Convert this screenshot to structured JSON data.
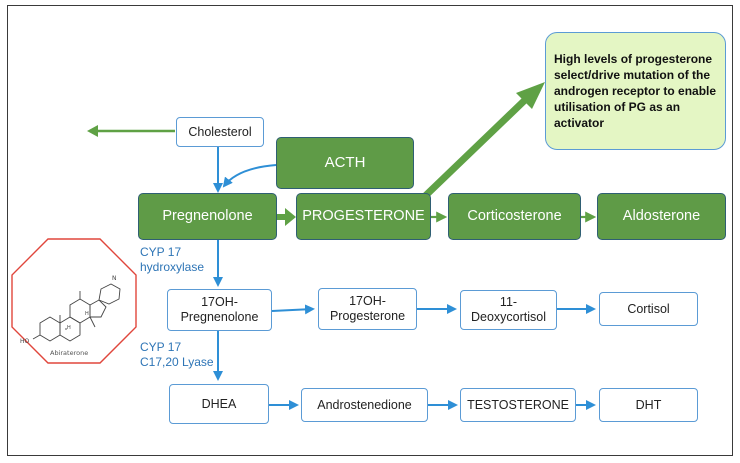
{
  "colors": {
    "green_fill": "#5f9b47",
    "green_arrow": "#5fa145",
    "blue_arrow": "#2e8fd6",
    "note_fill": "#e4f6c4",
    "octagon": "#e0463c"
  },
  "nodes": {
    "cholesterol": "Cholesterol",
    "acth": "ACTH",
    "pregnenolone": "Pregnenolone",
    "progesterone": "PROGESTERONE",
    "corticosterone": "Corticosterone",
    "aldosterone": "Aldosterone",
    "oh_pregnenolone": [
      "17OH-",
      "Pregnenolone"
    ],
    "oh_progesterone": [
      "17OH-",
      "Progesterone"
    ],
    "deoxycortisol": [
      "11-",
      "Deoxycortisol"
    ],
    "cortisol": "Cortisol",
    "dhea": "DHEA",
    "androstenedione": "Androstenedione",
    "testosterone": "TESTOSTERONE",
    "dht": "DHT"
  },
  "enzymes": {
    "hydroxylase": [
      "CYP 17",
      "hydroxylase"
    ],
    "lyase": [
      "CYP 17",
      "C17,20 Lyase"
    ]
  },
  "note": "High levels of progesterone select/drive mutation of the androgen receptor to enable utilisation of PG as an activator",
  "molecule": {
    "caption": "Abiraterone",
    "ho_label": "HO",
    "n_label": "N",
    "h_label": "H"
  }
}
